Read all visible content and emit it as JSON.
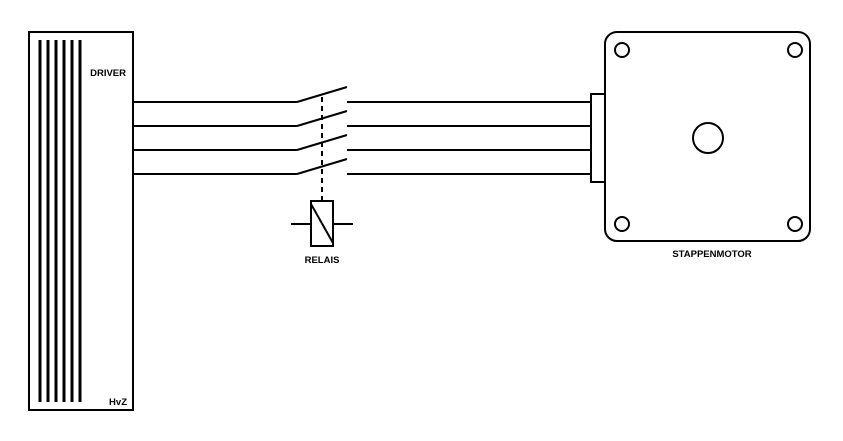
{
  "diagram": {
    "driver": {
      "label": "DRIVER",
      "signature": "HvZ"
    },
    "relay": {
      "label": "RELAIS"
    },
    "motor": {
      "label": "STAPPENMOTOR"
    }
  },
  "colors": {
    "line": "#000000",
    "background": "#ffffff"
  }
}
